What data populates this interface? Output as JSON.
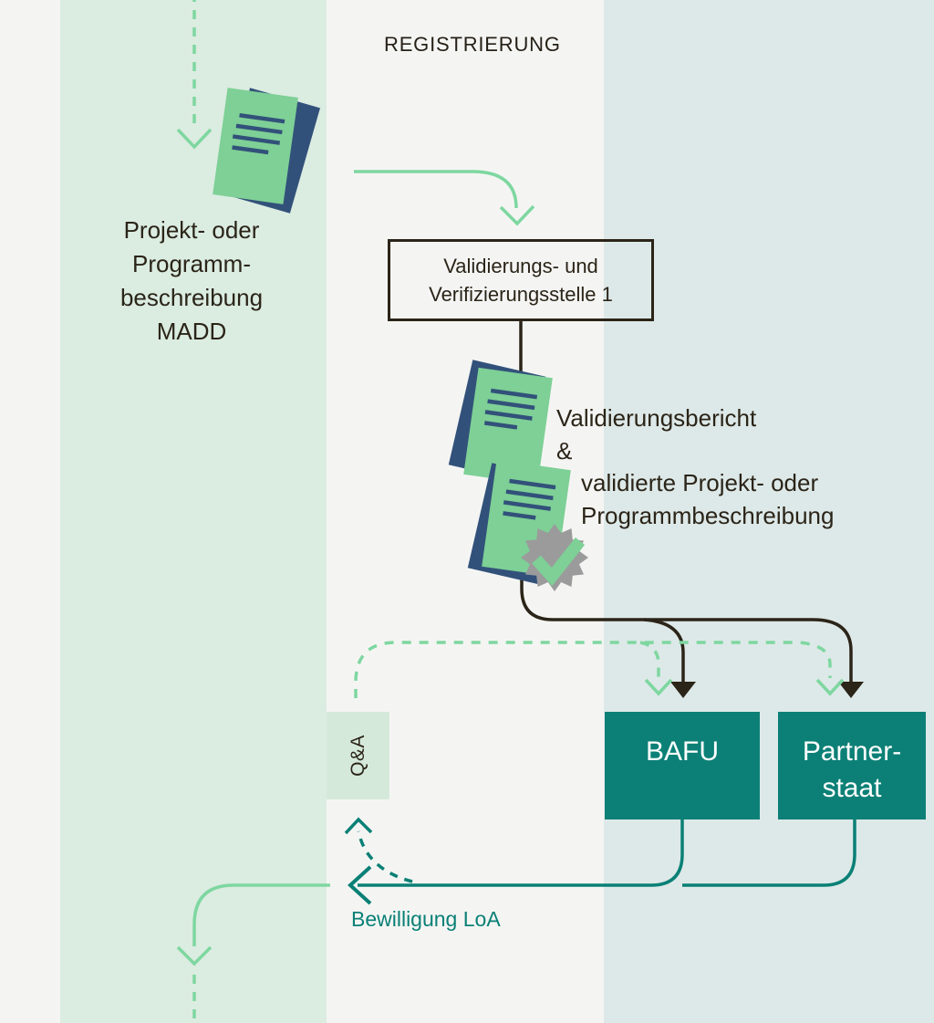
{
  "phase": {
    "label": "REGISTRIERUNG"
  },
  "madd_document": {
    "line1": "Projekt- oder",
    "line2": "Programm-",
    "line3": "beschreibung",
    "line4": "MADD"
  },
  "validator_box": {
    "line1": "Validierungs- und",
    "line2": "Verifizierungsstelle 1"
  },
  "validation_output": {
    "line1": "Validierungsbericht",
    "line2": "&",
    "line3": "validierte Projekt- oder",
    "line4": "Programmbeschreibung"
  },
  "bafu": {
    "label": "BAFU"
  },
  "partner_state": {
    "line1": "Partner-",
    "line2": "staat"
  },
  "qa": {
    "label": "Q&A"
  },
  "loa": {
    "label": "Bewilligung LoA"
  },
  "icons": {
    "madd_document": "document-icon",
    "validation_report_document": "document-icon",
    "validated_description_document": "document-icon-with-checkmark-seal",
    "checkmark_badge": "checkmark-seal-icon"
  },
  "colors": {
    "background_white": "#F4F5F3",
    "column_green": "#DBECE1",
    "column_blue": "#DDE9E8",
    "qa_background": "#D5E9DB",
    "accent_green": "#7ED7A0",
    "teal": "#0A8076",
    "teal_box": "#0C8076",
    "dark": "#2B2418",
    "document_green": "#7ED096",
    "document_navy": "#32517A",
    "badge_gray": "#9B9B9B",
    "text_white": "#FFFFFF"
  }
}
